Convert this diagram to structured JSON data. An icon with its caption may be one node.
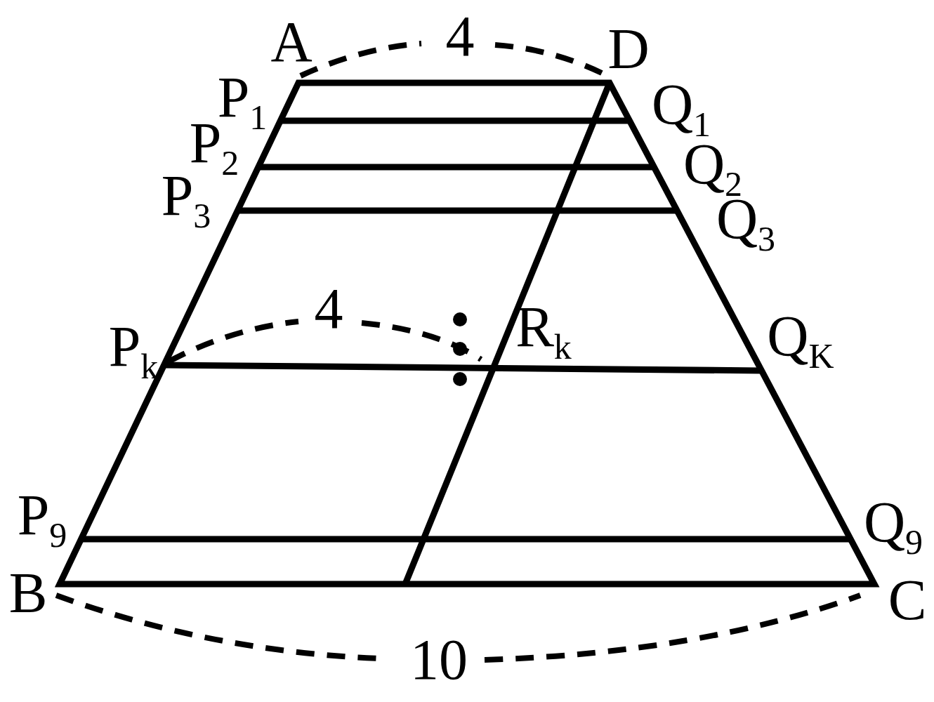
{
  "diagram": {
    "labels": [
      "A",
      "4",
      "D",
      "P$_{1}$",
      "Q$_{1}$",
      "P$_{2}$",
      "Q$_{2}$",
      "P$_{3}$",
      "Q$_{3}$",
      "4",
      "P$_{k}$",
      "R$_{k}$",
      "Q$_{K}$",
      "P$_{9}$",
      "Q$_{9}$",
      "B",
      "C",
      "10"
    ]
  }
}
